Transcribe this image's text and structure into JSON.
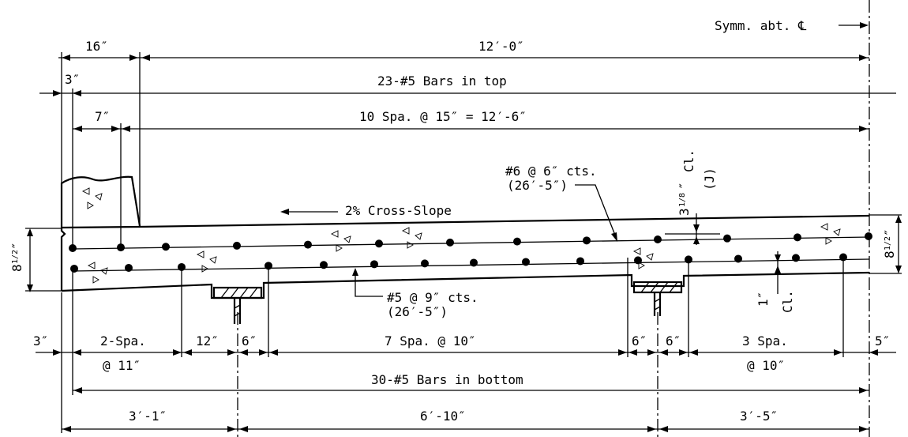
{
  "labels": {
    "symm": "Symm. abt. ℄",
    "top_16": "16″",
    "top_12_0": "12′-0″",
    "left_3": "3″",
    "bars_top": "23-#5 Bars in top",
    "dim_7": "7″",
    "spa_15": "10 Spa. @ 15″ = 12′-6″",
    "n6_line1": "#6 @ 6″ cts.",
    "n6_line2": "(26′-5″)",
    "cross_slope": "2% Cross-Slope",
    "cl_top_num": "3",
    "cl_top_frac": "1/8",
    "cl_top_inch": "″",
    "cl_top_cl": "Cl.",
    "cl_top_j": "(J)",
    "depth_whole": "8",
    "depth_frac": "1/2",
    "depth_inch": "″",
    "n5_line1": "#5 @ 9″ cts.",
    "n5_line2": "(26′-5″)",
    "cl_bot_1": "1″",
    "cl_bot_cl": "Cl.",
    "bot_3": "3″",
    "bot_2spa": "2-Spa.",
    "bot_at11": "@ 11″",
    "bot_12": "12″",
    "bot_6a": "6″",
    "bot_7spa": "7 Spa. @ 10″",
    "bot_6b": "6″",
    "bot_6c": "6″",
    "bot_3spa": "3 Spa.",
    "bot_at10": "@ 10″",
    "bot_5": "5″",
    "bars_bottom": "30-#5 Bars in bottom",
    "bot_3_1": "3′-1″",
    "bot_6_10": "6′-10″",
    "bot_3_5": "3′-5″"
  }
}
